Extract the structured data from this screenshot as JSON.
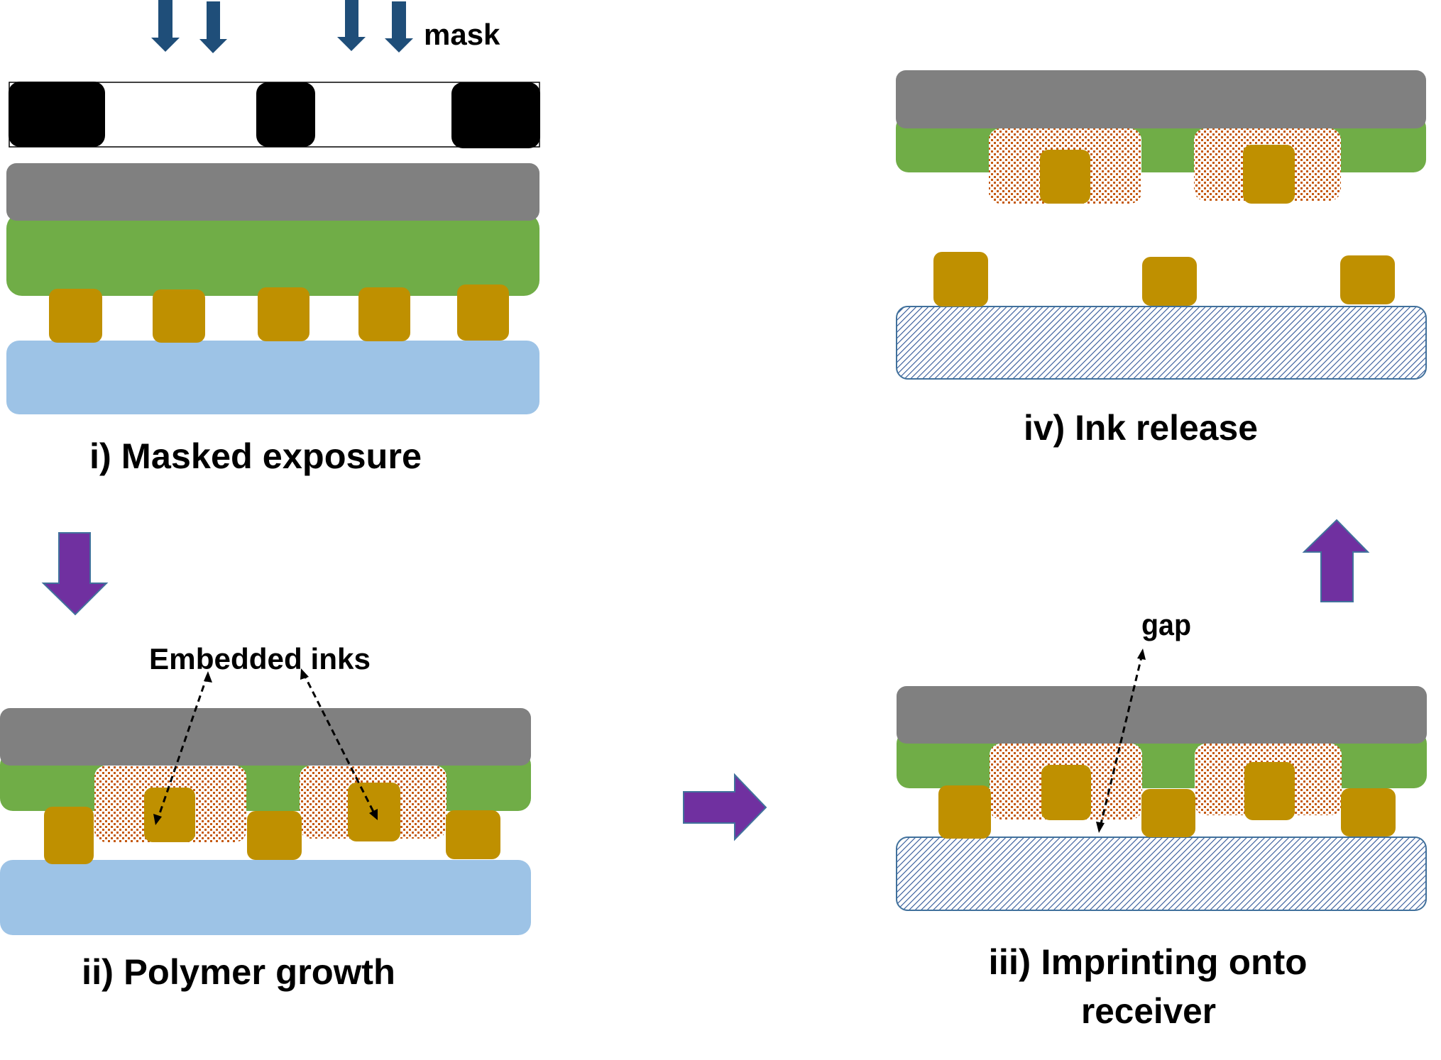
{
  "figure": {
    "panels": [
      {
        "id": "i",
        "title": "i) Masked exposure"
      },
      {
        "id": "ii",
        "title": "ii) Polymer growth"
      },
      {
        "id": "iii",
        "title_line1": "iii) Imprinting onto",
        "title_line2": "receiver"
      },
      {
        "id": "iv",
        "title": "iv) Ink release"
      }
    ],
    "labels": {
      "mask": "mask",
      "embedded_inks": "Embedded inks",
      "gap": "gap"
    },
    "flow_arrows": [
      {
        "from": "i",
        "to": "ii",
        "direction": "down"
      },
      {
        "from": "ii",
        "to": "iii",
        "direction": "right"
      },
      {
        "from": "iii",
        "to": "iv",
        "direction": "up"
      }
    ],
    "colors": {
      "stamp": "#808080",
      "polymer": "#70AD47",
      "ink": "#BF9000",
      "donor_substrate": "#9DC3E6",
      "mask": "#000000",
      "light_arrows": "#1F4E79",
      "flow_arrows": "#7030A0",
      "polymer_brush_dots": "#C55A11",
      "receiver_hatch": "#2F5597"
    }
  }
}
